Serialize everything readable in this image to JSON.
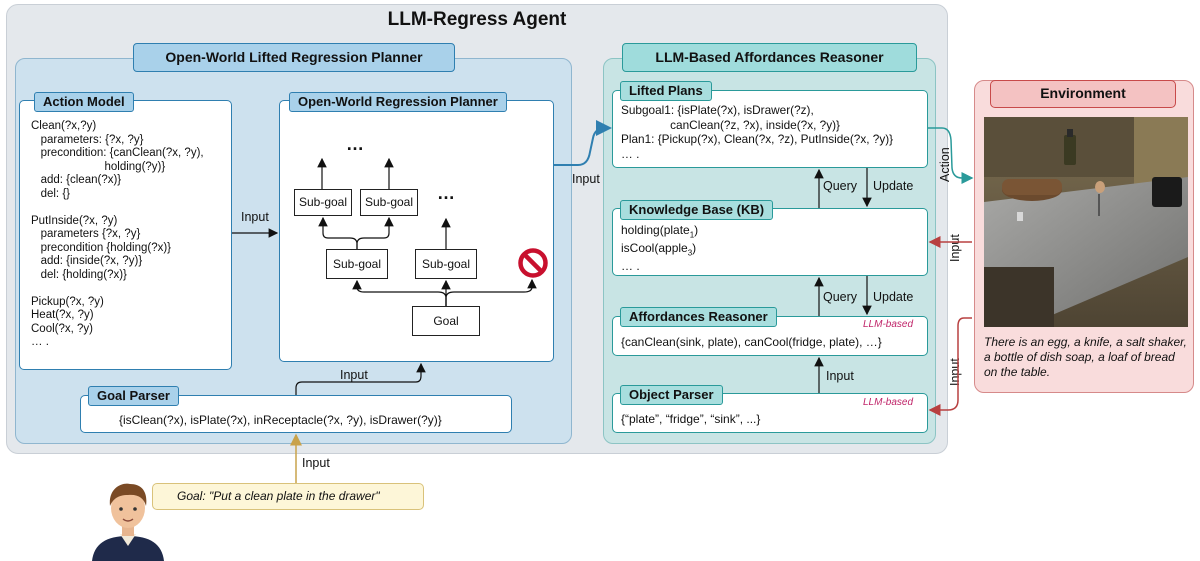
{
  "title": "LLM-Regress Agent",
  "left_panel": {
    "title": "Open-World Lifted Regression Planner",
    "action_model": {
      "label": "Action Model",
      "lines": [
        "Clean(?x,?y)",
        "   parameters: {?x, ?y}",
        "   precondition: {canClean(?x, ?y),",
        "                       holding(?y)}",
        "   add: {clean(?x)}",
        "   del: {}",
        "",
        "PutInside(?x, ?y)",
        "   parameters {?x, ?y}",
        "   precondition {holding(?x)}",
        "   add: {inside(?x, ?y)}",
        "   del: {holding(?x)}",
        "",
        "Pickup(?x, ?y)",
        "Heat(?x, ?y)",
        "Cool(?x, ?y)",
        "… ."
      ]
    },
    "regression_planner": {
      "label": "Open-World Regression Planner",
      "subgoal": "Sub-goal",
      "goal": "Goal",
      "ellipsis": "…"
    },
    "goal_parser": {
      "label": "Goal Parser",
      "text": "{isClean(?x), isPlate(?x), inReceptacle(?x, ?y), isDrawer(?y)}"
    }
  },
  "right_panel": {
    "title": "LLM-Based Affordances Reasoner",
    "lifted_plans": {
      "label": "Lifted Plans",
      "lines": [
        "Subgoal1: {isPlate(?x), isDrawer(?z),",
        "               canClean(?z, ?x), inside(?x, ?y)}",
        "Plan1: {Pickup(?x), Clean(?x, ?z), PutInside(?x, ?y)}",
        "… ."
      ]
    },
    "kb": {
      "label": "Knowledge Base (KB)",
      "line1": "holding(plate",
      "line1_sub": "1",
      "line2": "isCool(apple",
      "line2_sub": "3",
      "line3": "… ."
    },
    "affordances": {
      "label": "Affordances Reasoner",
      "tag": "LLM-based",
      "text": "{canClean(sink, plate), canCool(fridge, plate), …}"
    },
    "object_parser": {
      "label": "Object Parser",
      "tag": "LLM-based",
      "text": "{“plate”, “fridge”, “sink”, ...}"
    }
  },
  "environment": {
    "title": "Environment",
    "caption": "There is an egg, a knife, a salt shaker, a bottle of dish soap, a loaf of bread on the table."
  },
  "goal_prompt": "Goal: \"Put a clean plate in the drawer\"",
  "arrow_labels": {
    "input": "Input",
    "query": "Query",
    "update": "Update",
    "action": "Action"
  },
  "colors": {
    "blue": "#2f7fb0",
    "teal": "#2a9a9a",
    "red": "#b84040",
    "tan": "#c9a24a"
  }
}
